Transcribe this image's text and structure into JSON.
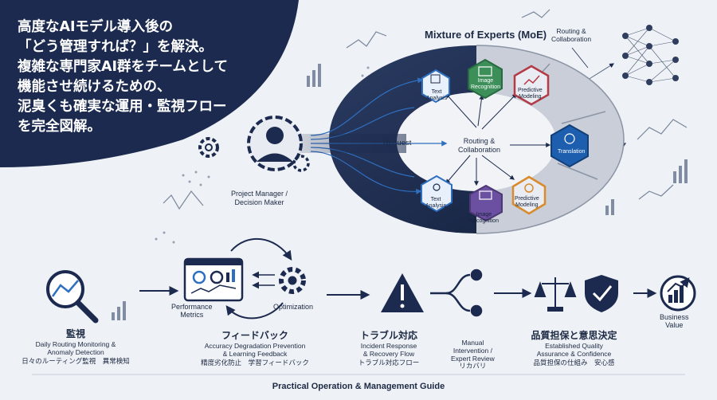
{
  "headline": [
    "高度なAIモデル導入後の",
    "「どう管理すれば？」を解決。",
    "複雑な専門家AI群をチームとして",
    "機能させ続けるための、",
    "泥臭くも確実な運用・監視フロー",
    "を完全図解。"
  ],
  "moe": {
    "title": "Mixture of Experts (MoE)",
    "routing_top": [
      "Routing &",
      "Collaboration"
    ],
    "routing_center": [
      "Routing &",
      "Collaboration"
    ],
    "request": "Request",
    "manager": [
      "Project Manager /",
      "Decision Maker"
    ],
    "experts": {
      "text_analysis_top": [
        "Text",
        "Analysis"
      ],
      "image_recognition_top": [
        "Image",
        "Recognition"
      ],
      "predictive_modeling_top": [
        "Predictive",
        "Modeling"
      ],
      "translation": "Translation",
      "text_analysis_bottom": [
        "Text",
        "Analysis"
      ],
      "image_recognition_bottom": [
        "Image",
        "Recognition"
      ],
      "predictive_modeling_bottom": [
        "Predictive",
        "Modeling"
      ]
    }
  },
  "flow": {
    "performance_metrics": [
      "Performance",
      "Metrics"
    ],
    "optimization": "Optimization",
    "manual_review": [
      "Manual",
      "Intervention /",
      "Expert Review"
    ],
    "business_value": [
      "Business",
      "Value"
    ]
  },
  "sections": [
    {
      "title": "監視",
      "en": [
        "Daily Routing Monitoring &",
        "Anomaly Detection"
      ],
      "jp": "日々のルーティング監視　異常検知"
    },
    {
      "title": "フィードバック",
      "en": [
        "Accuracy Degradation Prevention",
        "& Learning Feedback"
      ],
      "jp": "精度劣化防止　学習フィードバック"
    },
    {
      "title": "トラブル対応",
      "en": [
        "Incident Response",
        "& Recovery Flow"
      ],
      "jp": "トラブル対応フロー"
    },
    {
      "title": "",
      "en": [],
      "jp": "リカバリ"
    },
    {
      "title": "品質担保と意思決定",
      "en": [
        "Established Quality",
        "Assurance & Confidence"
      ],
      "jp": "品質担保の仕組み　安心感"
    }
  ],
  "footer": "Practical Operation & Management Guide",
  "colors": {
    "navy": "#1b2a4e",
    "blue": "#2f6fbf",
    "green": "#3d8f5a",
    "red": "#b43a46",
    "purple": "#6b4fa0",
    "orange": "#d98a2b"
  }
}
